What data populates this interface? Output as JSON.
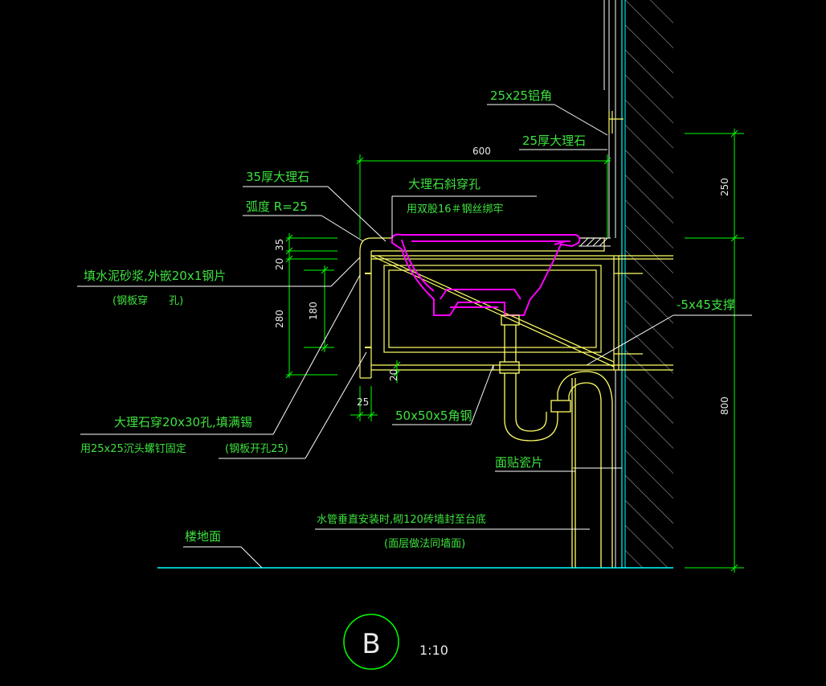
{
  "colors": {
    "background": "#000000",
    "outline": "#ffff66",
    "leader": "#ffffff",
    "dimension": "#00ff00",
    "text": "#3ee23e",
    "basin": "#ff00ff",
    "wall": "#00ffff",
    "floor": "#00ffff"
  },
  "labels": {
    "aluminium_angle": "25x25铝角",
    "marble_25": "25厚大理石",
    "marble_35": "35厚大理石",
    "radius": "弧度 R=25",
    "marble_hole": "大理石斜穿孔",
    "steel_wire": "用双股16＃钢丝绑牢",
    "cement_fill": "填水泥砂浆,外嵌20x1钢片",
    "steel_plate_hole": "(钢板穿　　孔)",
    "support": "-5x45支撑",
    "marble_through": "大理石穿20x30孔,填满锡",
    "screw_fix": "用25x25沉头螺钉固定",
    "plate_hole25": "(钢板开孔25)",
    "angle_steel": "50x50x5角钢",
    "tile": "面贴瓷片",
    "pipe_note": "水管垂直安装时,砌120砖墙封至台底",
    "pipe_note2": "(面层做法同墙面)",
    "floor": "楼地面"
  },
  "dimensions": {
    "width_top": "600",
    "d35": "35",
    "d20a": "20",
    "d280": "280",
    "d180": "180",
    "d20b": "20",
    "d25": "25",
    "d250": "250",
    "d800": "800"
  },
  "title": {
    "letter": "B",
    "scale": "1:10"
  }
}
